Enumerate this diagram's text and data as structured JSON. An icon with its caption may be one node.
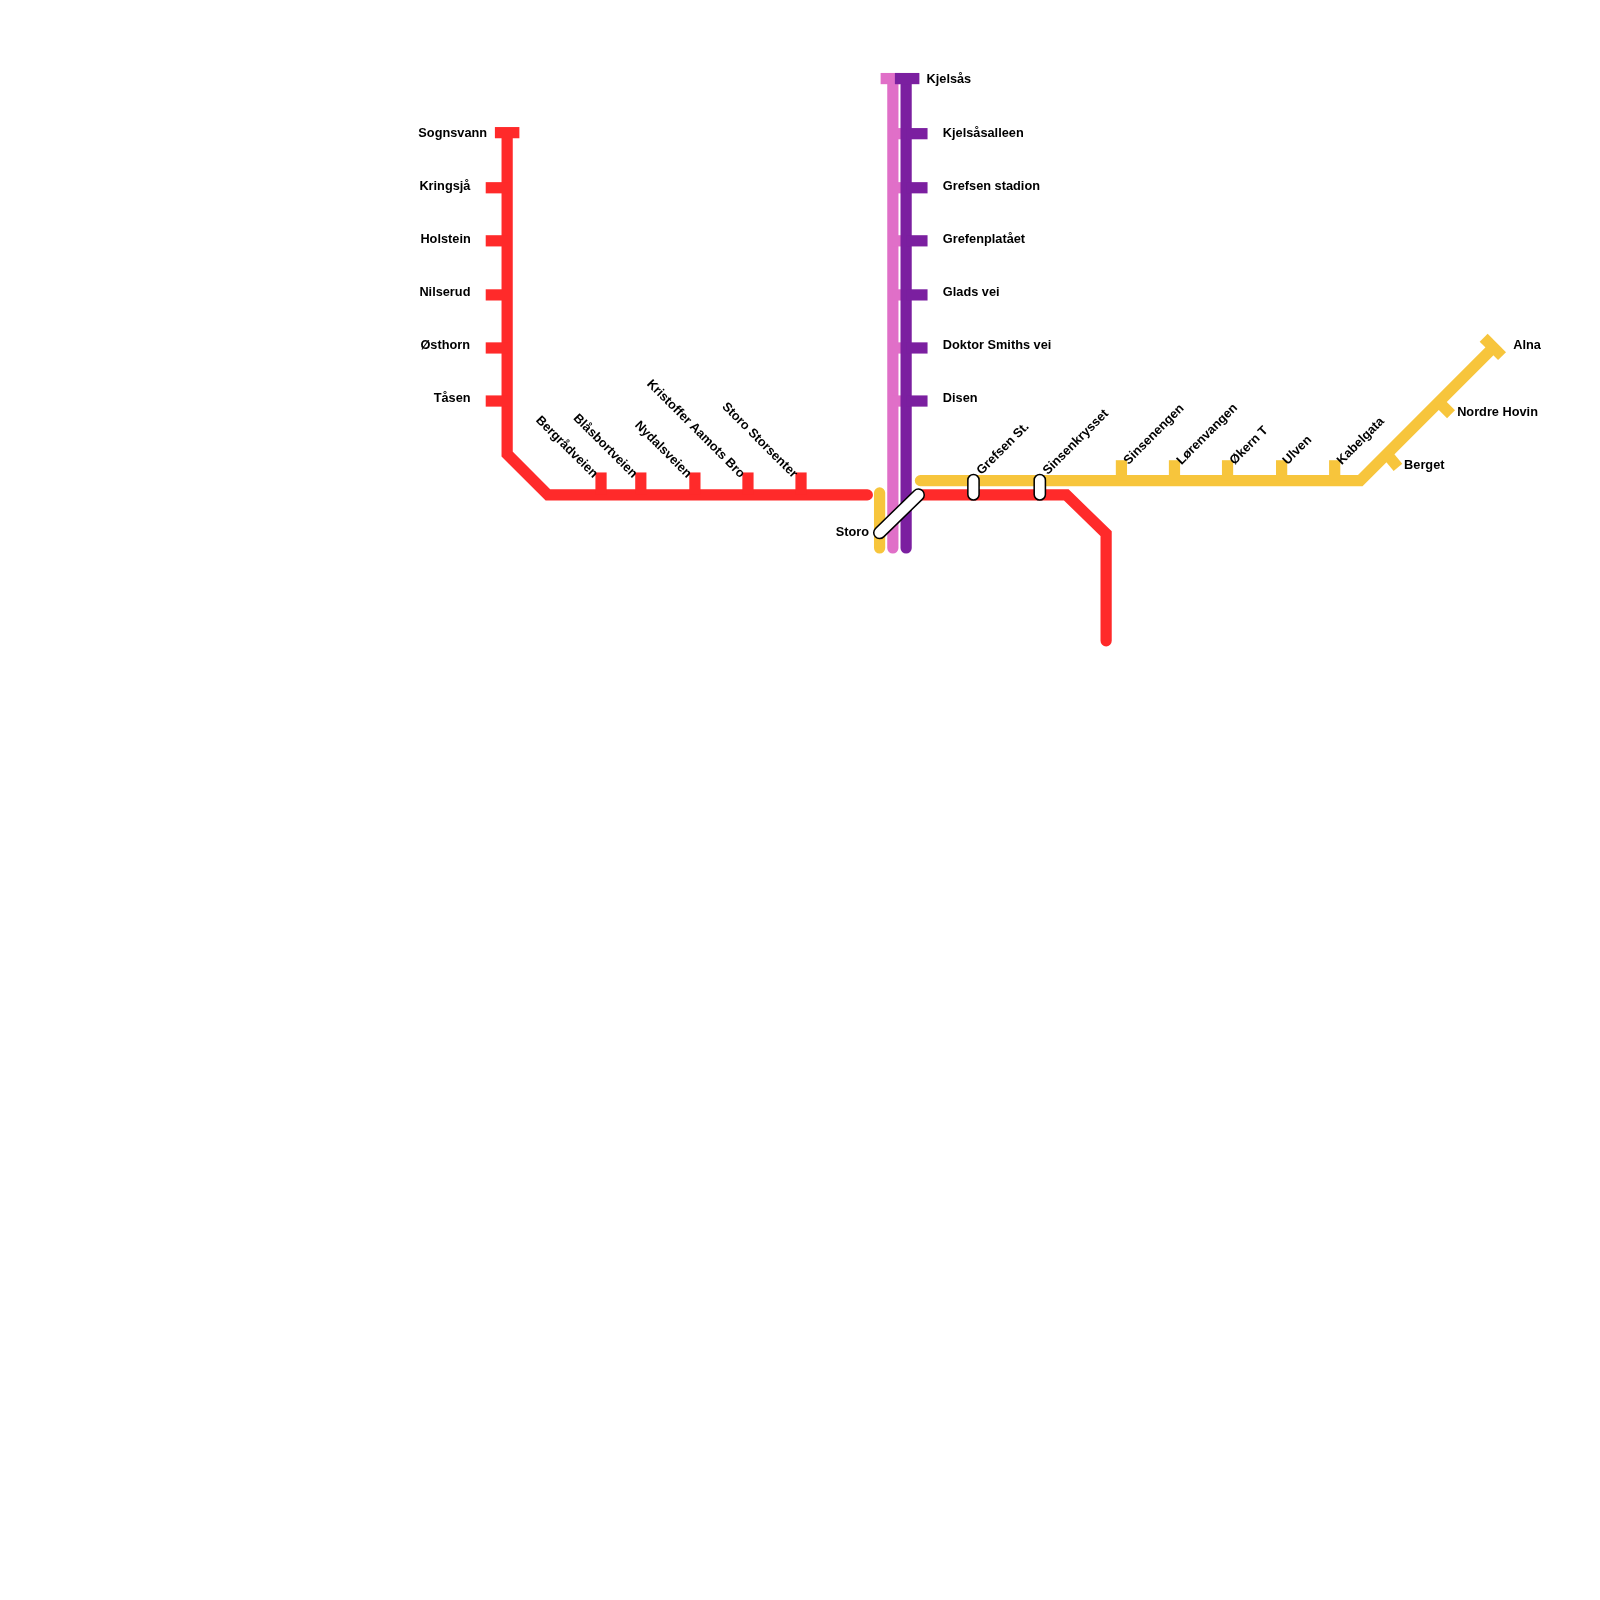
{
  "diagram": {
    "labels": [
      "Kjelsås",
      "Sognsvann",
      "Kjelsåsalleen",
      "Kringsjå",
      "Grefsen stadion",
      "Holstein",
      "Grefenplatået",
      "Nilserud",
      "Glads vei",
      "Østhorn",
      "Doktor Smiths vei",
      "Alna",
      "Tåsen",
      "Disen",
      "Nordre Hovin",
      "Bergrådveien",
      "Blåsbortveien",
      "Nydalsveien",
      "Kristoffer Aamots Bro",
      "Storo Storsenter",
      "Grefsen St.",
      "Sinsenkrysset",
      "Sinsenengen",
      "Lørenvangen",
      "Økern T",
      "Ulven",
      "Kabelgata",
      "Berget",
      "Storo"
    ]
  }
}
